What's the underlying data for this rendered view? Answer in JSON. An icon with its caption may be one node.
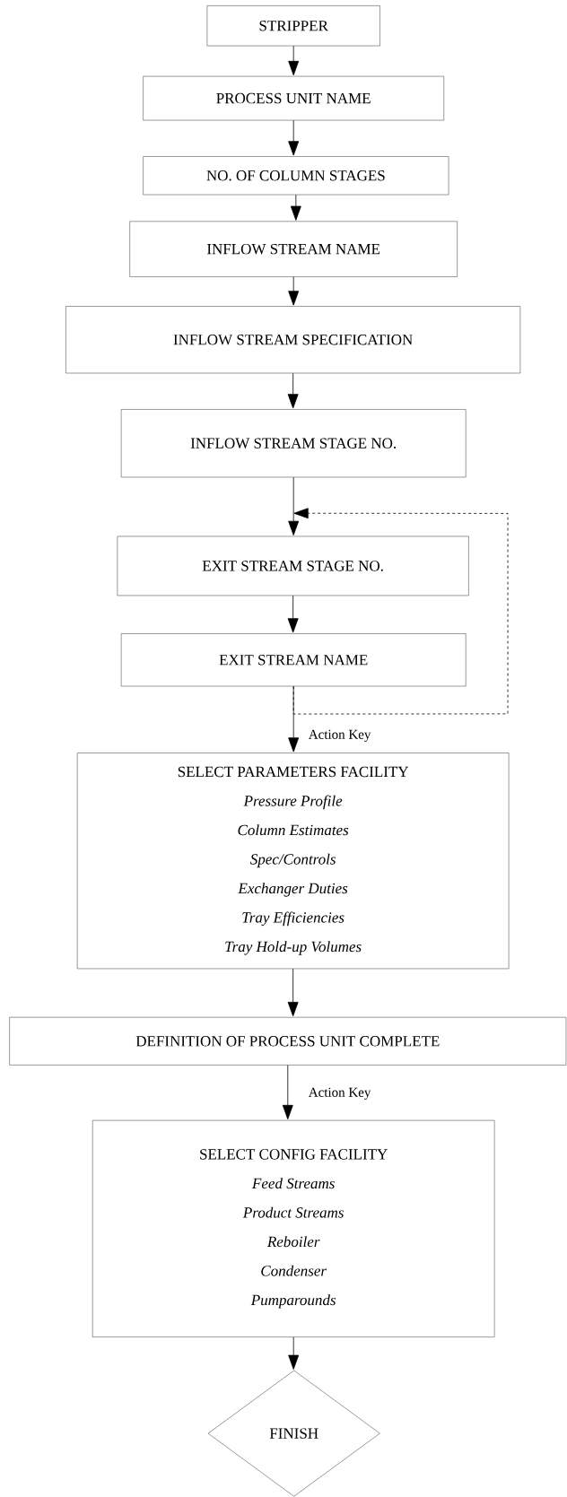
{
  "diagram": {
    "nodes": [
      {
        "text": [
          "STRIPPER"
        ]
      },
      {
        "text": [
          "PROCESS UNIT NAME"
        ]
      },
      {
        "text": [
          "NO. OF COLUMN STAGES"
        ]
      },
      {
        "text": [
          "INFLOW STREAM NAME"
        ]
      },
      {
        "text": [
          "INFLOW STREAM SPECIFICATION"
        ]
      },
      {
        "text": [
          "INFLOW STREAM STAGE NO."
        ]
      },
      {
        "text": [
          "EXIT STREAM STAGE NO."
        ]
      },
      {
        "text": [
          "EXIT STREAM NAME"
        ]
      },
      {
        "text": [
          "SELECT PARAMETERS FACILITY",
          "Pressure Profile",
          "Column Estimates",
          "Spec/Controls",
          "Exchanger Duties",
          "Tray Efficiencies",
          "Tray Hold-up Volumes"
        ]
      },
      {
        "text": [
          "DEFINITION OF PROCESS UNIT COMPLETE"
        ]
      },
      {
        "text": [
          "SELECT CONFIG FACILITY",
          "Feed Streams",
          "Product Streams",
          "Reboiler",
          "Condenser",
          "Pumparounds"
        ]
      },
      {
        "text": [
          "FINISH"
        ]
      }
    ],
    "edges": [
      {
        "from": 0,
        "to": 1,
        "arrow": "to"
      },
      {
        "from": 1,
        "to": 2,
        "arrow": "to"
      },
      {
        "from": 2,
        "to": 3,
        "arrow": "to"
      },
      {
        "from": 3,
        "to": 4,
        "arrow": "to"
      },
      {
        "from": 4,
        "to": 5,
        "arrow": "to"
      },
      {
        "from": 5,
        "to": 6,
        "arrow": "to"
      },
      {
        "from": 6,
        "to": 7,
        "arrow": "to"
      },
      {
        "from": 7,
        "to": 8,
        "arrow": "to",
        "label": "Action Key"
      },
      {
        "from": 8,
        "to": 9,
        "arrow": "to"
      },
      {
        "from": 9,
        "to": 10,
        "arrow": "to",
        "label": "Action Key"
      },
      {
        "from": 10,
        "to": 11,
        "arrow": "to"
      },
      {
        "from": 7,
        "to": 6,
        "arrow": "to",
        "style": "dashed"
      }
    ]
  }
}
